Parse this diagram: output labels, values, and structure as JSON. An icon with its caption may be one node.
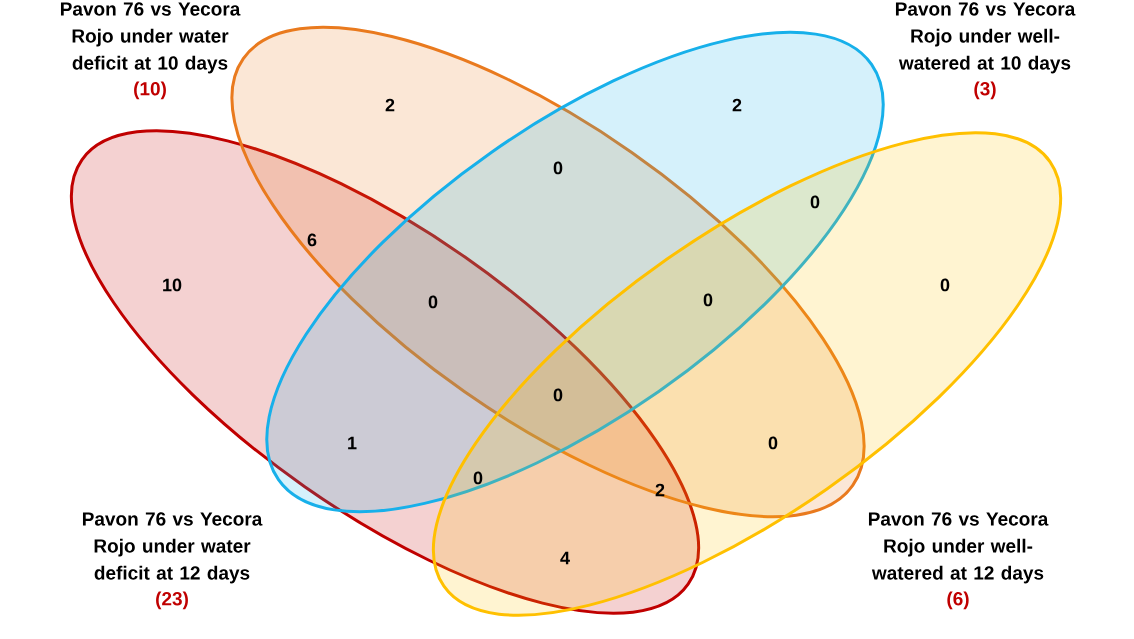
{
  "diagram": {
    "nodes": [
      {
        "text": [
          "Pavon 76 vs Yecora Rojo under water deficit at 10 days",
          "(10)"
        ]
      },
      {
        "text": [
          "Pavon 76 vs Yecora Rojo under well-watered at 10 days",
          "(3)"
        ]
      },
      {
        "text": [
          "Pavon 76 vs Yecora Rojo under water deficit at 12 days",
          "(23)"
        ]
      },
      {
        "text": [
          "Pavon 76 vs Yecora Rojo under well-watered at 12 days",
          "(6)"
        ]
      }
    ],
    "labels": [
      "2",
      "2",
      "0",
      "0",
      "6",
      "10",
      "0",
      "0",
      "0",
      "0",
      "1",
      "0",
      "0",
      "2",
      "4"
    ]
  }
}
